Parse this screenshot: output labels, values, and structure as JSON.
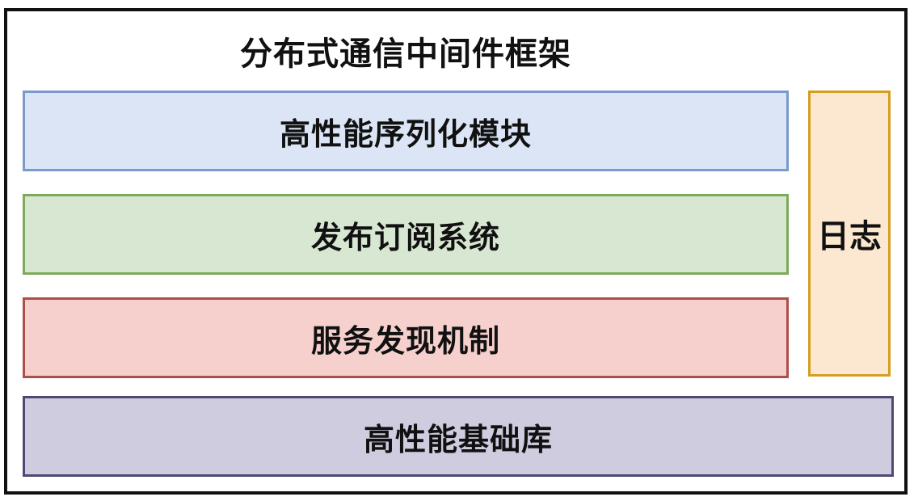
{
  "diagram": {
    "title": "分布式通信中间件框架",
    "frame_border_color": "#111111",
    "text_color": "#111111",
    "layers": [
      {
        "label": "高性能序列化模块",
        "fill": "#dbe5f6",
        "border": "#7b99c9"
      },
      {
        "label": "发布订阅系统",
        "fill": "#d8e7d2",
        "border": "#7daa5a"
      },
      {
        "label": "服务发现机制",
        "fill": "#f6d0cd",
        "border": "#ae4e4a"
      }
    ],
    "side": {
      "label": "日志",
      "fill": "#fce8d1",
      "border": "#d59e21"
    },
    "base": {
      "label": "高性能基础库",
      "fill": "#cfcce0",
      "border": "#4e4974"
    }
  }
}
